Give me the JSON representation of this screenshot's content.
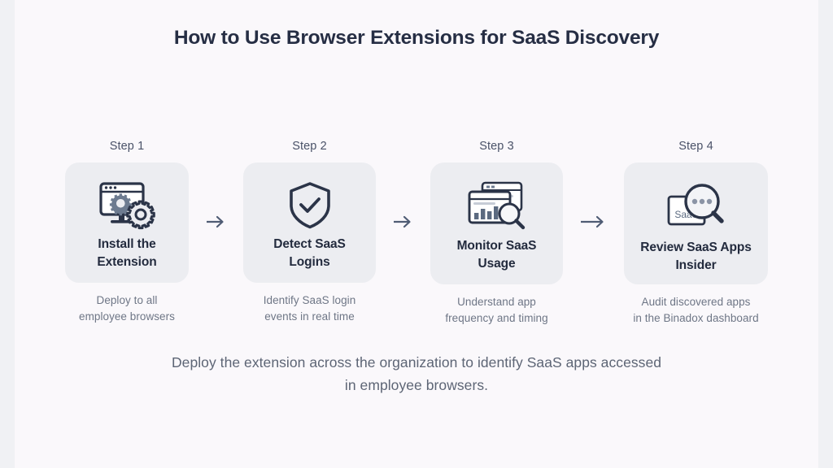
{
  "page": {
    "title": "How to Use Browser Extensions for SaaS Discovery",
    "caption_line1": "Deploy the extension across the organization to identify SaaS apps accessed",
    "caption_line2": "in employee browsers."
  },
  "colors": {
    "background": "#faf8fb",
    "edge_band": "#f0f1f4",
    "card_background": "#ecedf1",
    "title_text": "#262e44",
    "card_title_text": "#232b3e",
    "description_text": "#6e7686",
    "step_label_text": "#4a5268",
    "icon_stroke": "#2b3448",
    "icon_fill": "#6d7b90",
    "arrow": "#4f5c74"
  },
  "steps": [
    {
      "label": "Step 1",
      "icon": "monitor-gears-icon",
      "title_line1": "Install the",
      "title_line2": "Extension",
      "desc_line1": "Deploy to all",
      "desc_line2": "employee browsers"
    },
    {
      "label": "Step 2",
      "icon": "shield-check-icon",
      "title_line1": "Detect SaaS",
      "title_line2": "Logins",
      "desc_line1": "Identify SaaS login",
      "desc_line2": "events in real time"
    },
    {
      "label": "Step 3",
      "icon": "dashboard-chart-search-icon",
      "title_line1": "Monitor SaaS",
      "title_line2": "Usage",
      "desc_line1": "Understand app",
      "desc_line2": "frequency and timing"
    },
    {
      "label": "Step 4",
      "icon": "saas-document-magnifier-icon",
      "icon_text": "SaaS",
      "title_line1": "Review SaaS Apps",
      "title_line2": "Insider",
      "desc_line1": "Audit discovered apps",
      "desc_line2": "in the Binadox dashboard"
    }
  ],
  "arrows": [
    {
      "name": "arrow-step1-to-step2",
      "glyph": "→"
    },
    {
      "name": "arrow-step2-to-step3",
      "glyph": "→"
    },
    {
      "name": "arrow-step3-to-step4",
      "glyph": "→"
    }
  ]
}
